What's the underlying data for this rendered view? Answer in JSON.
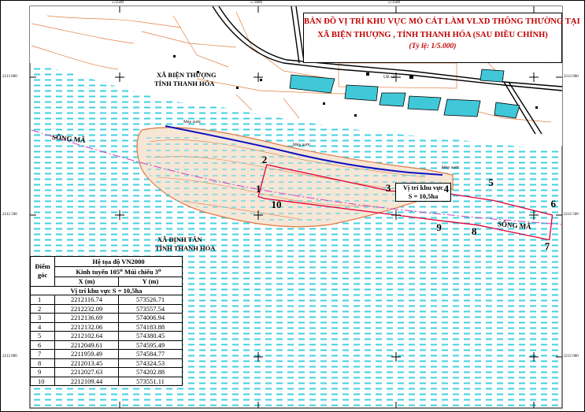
{
  "title": {
    "line1": "BẢN ĐỒ VỊ TRÍ KHU VỰC MỎ CÁT LÀM VLXD THÔNG THƯỜNG TẠI",
    "line2": "XÃ BIỆN THƯỢNG , TỈNH THANH HÓA (SAU ĐIỀU CHỈNH)",
    "scale": "(Tỷ lệ: 1/5.000)"
  },
  "labels": {
    "commune_north_1": "XÃ BIỆN THƯỢNG",
    "commune_north_2": "TỈNH THANH HÓA",
    "commune_south_1": "XÃ ĐỊNH TÂN",
    "commune_south_2": "TỈNH THANH HÓA",
    "river_west": "SÔNG MÃ",
    "river_east": "SÔNG MÃ",
    "water_edge_1": "Mép nước",
    "water_edge_2": "Mép nước",
    "water_edge_3": "Mép nước",
    "zone_line1": "Vị trí khu vực",
    "zone_line2": "S = 10,5ha",
    "ubnd": "UB x2"
  },
  "grid": {
    "top_ticks": [
      "572500",
      "573000",
      "573500"
    ],
    "left_ticks": [
      "2213 000",
      "2212 500",
      "2212 000"
    ],
    "right_ticks": [
      "2213 000",
      "2212 500",
      "2212 000"
    ]
  },
  "points": [
    {
      "id": "1",
      "x": 2212116.74,
      "y": 573526.71
    },
    {
      "id": "2",
      "x": 2212232.09,
      "y": 573557.54
    },
    {
      "id": "3",
      "x": 2212136.69,
      "y": 574006.94
    },
    {
      "id": "4",
      "x": 2212132.06,
      "y": 574183.88
    },
    {
      "id": "5",
      "x": 2212102.64,
      "y": 574380.45
    },
    {
      "id": "6",
      "x": 2212049.61,
      "y": 574595.49
    },
    {
      "id": "7",
      "x": 2211959.49,
      "y": 574584.77
    },
    {
      "id": "8",
      "x": 2212013.45,
      "y": 574324.53
    },
    {
      "id": "9",
      "x": 2212027.63,
      "y": 574202.88
    },
    {
      "id": "10",
      "x": 2212109.44,
      "y": 573551.11
    }
  ],
  "table": {
    "col_point": "Điểm góc",
    "header_line1": "Hệ tọa độ VN2000",
    "header_line2": "Kinh tuyến 105⁰ Múi chiếu 3⁰",
    "col_x": "X (m)",
    "col_y": "Y (m)",
    "zone_row": "Vị trí khu vực S = 10,5ha"
  },
  "colors": {
    "boundary": "#e0003a",
    "water": "#40d0e0",
    "sand": "#e07840",
    "river_line": "#1010c0",
    "road": "#000000",
    "title": "#c00000"
  }
}
